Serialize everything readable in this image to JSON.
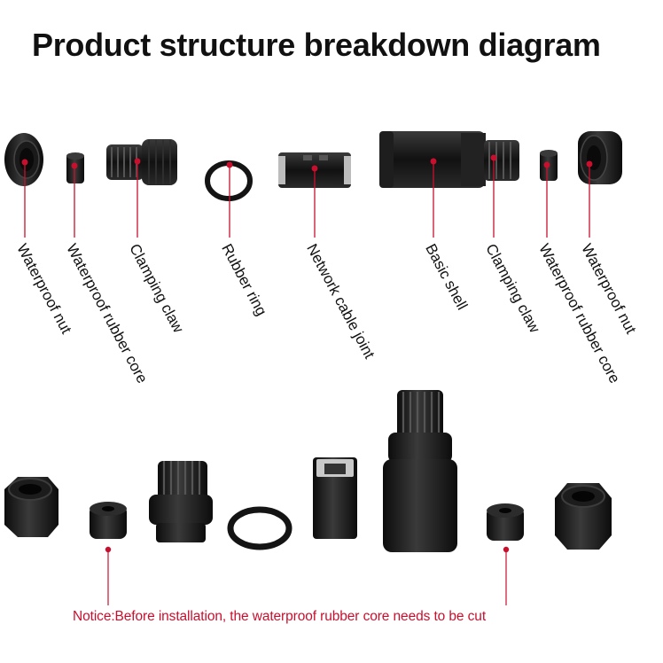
{
  "title": "Product structure breakdown diagram",
  "labels": [
    "Waterproof nut",
    "Waterproof rubber core",
    "Clamping claw",
    "Rubber ring",
    "Network cable joint",
    "Basic shell",
    "Clamping claw",
    "Waterproof rubber core",
    "Waterproof nut"
  ],
  "notice": "Notice:Before installation, the waterproof rubber core needs to be cut",
  "colors": {
    "part": "#141414",
    "leader": "#c8102e",
    "notice": "#c8102e"
  }
}
